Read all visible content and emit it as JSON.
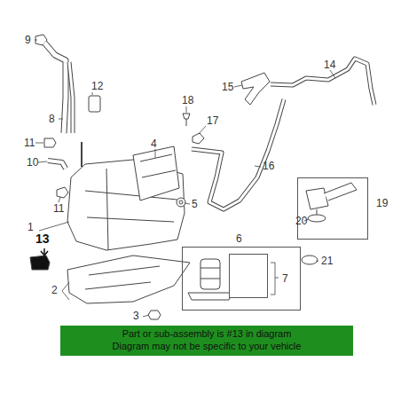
{
  "diagram": {
    "nodes": [
      {
        "text": [
          "6"
        ]
      },
      {
        "text": [
          "7"
        ],
        "in": 0
      },
      {
        "text": [
          "19"
        ]
      },
      {
        "text": [
          "Part or sub-assembly is #13 in diagram",
          "Diagram may not be specific to your vehicle"
        ]
      }
    ],
    "labels": [
      "9",
      "12",
      "8",
      "11",
      "10",
      "11",
      "18",
      "17",
      "4",
      "5",
      "15",
      "14",
      "16",
      "1",
      "13",
      "2",
      "3",
      "20",
      "21"
    ]
  }
}
